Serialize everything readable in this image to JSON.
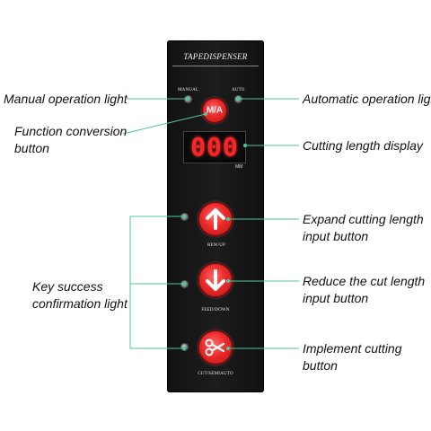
{
  "panel": {
    "title": "TAPEDISPENSER",
    "manual_label": "MANUAL",
    "auto_label": "AUTO",
    "function_button_label": "M/A",
    "display_value": "000",
    "display_unit": "MM",
    "rew_label": "REW/UP",
    "feed_label": "FEED/DOWN",
    "cut_label": "CUT/SEMIAUTO"
  },
  "annotations": {
    "manual_light": "Manual operation light",
    "function_button_line1": "Function conversion",
    "function_button_line2": "button",
    "auto_light": "Automatic operation light",
    "cutting_display": "Cutting length display",
    "expand_line1": "Expand cutting length",
    "expand_line2": "input button",
    "key_light_line1": "Key success",
    "key_light_line2": "confirmation light",
    "reduce_line1": "Reduce the cut length",
    "reduce_line2": "input button",
    "implement_line1": "Implement cutting",
    "implement_line2": "button"
  },
  "colors": {
    "leader_line": "#4cc79a",
    "button_red": "#ec2a2a",
    "display_red": "#ff2424",
    "panel_black": "#161616"
  },
  "icons": {
    "rew": "arrow-up-icon",
    "feed": "arrow-down-icon",
    "cut": "scissors-icon"
  }
}
